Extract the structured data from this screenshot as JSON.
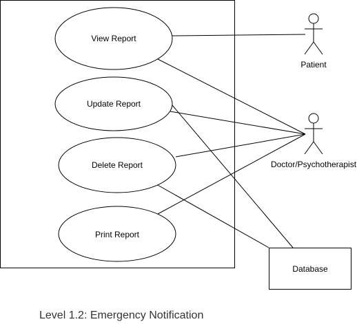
{
  "use_cases": [
    {
      "id": "view",
      "label": "View Report"
    },
    {
      "id": "update",
      "label": "Update Report"
    },
    {
      "id": "delete",
      "label": "Delete Report"
    },
    {
      "id": "print",
      "label": "Print Report"
    }
  ],
  "actors": [
    {
      "id": "patient",
      "label": "Patient"
    },
    {
      "id": "doctor",
      "label": "Doctor/Psychotherapist"
    }
  ],
  "database": {
    "label": "Database"
  },
  "associations": [
    [
      "view",
      "patient"
    ],
    [
      "view",
      "doctor"
    ],
    [
      "update",
      "doctor"
    ],
    [
      "update",
      "database"
    ],
    [
      "delete",
      "doctor"
    ],
    [
      "delete",
      "database"
    ],
    [
      "print",
      "doctor"
    ]
  ],
  "caption": "Level 1.2: Emergency Notification"
}
